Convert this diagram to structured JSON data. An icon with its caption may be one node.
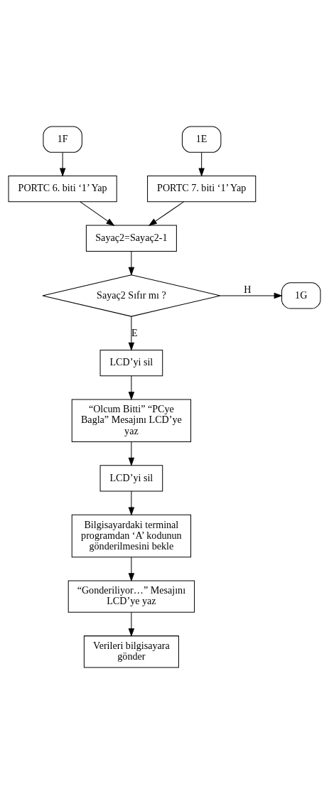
{
  "diagram": {
    "nodes": [
      {
        "text": [
          "1F"
        ]
      },
      {
        "text": [
          "1E"
        ]
      },
      {
        "text": [
          "PORTC 6. biti ‘1’ Yap"
        ]
      },
      {
        "text": [
          "PORTC 7. biti ‘1’ Yap"
        ]
      },
      {
        "text": [
          "Sayaç2=Sayaç2-1"
        ]
      },
      {
        "text": [
          "Sayaç2 Sıfır mı ?"
        ]
      },
      {
        "text": [
          "1G"
        ]
      },
      {
        "text": [
          "LCD’yi sil"
        ]
      },
      {
        "text": [
          "“Olcum Bitti” “PCye Bagla” Mesajını LCD’ye yaz"
        ]
      },
      {
        "text": [
          "LCD’yi sil"
        ]
      },
      {
        "text": [
          "Bilgisayardaki terminal programdan ‘A’ kodunun gönderilmesini bekle"
        ]
      },
      {
        "text": [
          "“Gonderiliyor…” Mesajını LCD’ye yaz"
        ]
      },
      {
        "text": [
          "Verileri bilgisayara gönder"
        ]
      }
    ],
    "edges": [
      {
        "from": 0,
        "to": 2,
        "arrow": "to"
      },
      {
        "from": 1,
        "to": 3,
        "arrow": "to"
      },
      {
        "from": 2,
        "to": 4,
        "arrow": "to"
      },
      {
        "from": 3,
        "to": 4,
        "arrow": "to"
      },
      {
        "from": 4,
        "to": 5,
        "arrow": "to"
      },
      {
        "from": 5,
        "to": 6,
        "arrow": "to",
        "label": "H"
      },
      {
        "from": 5,
        "to": 7,
        "arrow": "to",
        "label": "E"
      },
      {
        "from": 7,
        "to": 8,
        "arrow": "to"
      },
      {
        "from": 8,
        "to": 9,
        "arrow": "to"
      },
      {
        "from": 9,
        "to": 10,
        "arrow": "to"
      },
      {
        "from": 10,
        "to": 11,
        "arrow": "to"
      },
      {
        "from": 11,
        "to": 12,
        "arrow": "to"
      }
    ]
  }
}
